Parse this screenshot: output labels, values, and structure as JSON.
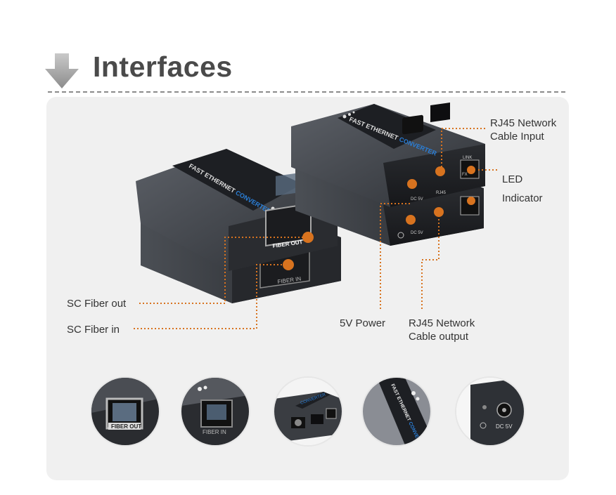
{
  "header": {
    "title": "Interfaces",
    "icon": "down-arrow-icon"
  },
  "callouts": {
    "rj45_input_line1": "RJ45 Network",
    "rj45_input_line2": "Cable Input",
    "led_line1": "LED",
    "led_line2": "Indicator",
    "sc_fiber_out": "SC Fiber out",
    "sc_fiber_in": "SC Fiber in",
    "power_5v": "5V Power",
    "rj45_output_line1": "RJ45 Network",
    "rj45_output_line2": "Cable output"
  },
  "device_text": {
    "brand_line": "FAST ETHERNET",
    "brand_accent": "CONVERTER",
    "fiber_out": "FIBER OUT",
    "fiber_in": "FIBER IN",
    "dc": "DC 5V",
    "rj45": "RJ45",
    "link": "LINK",
    "fx": "FX"
  },
  "colors": {
    "accent": "#d8731f",
    "device_body": "#3a3d42",
    "brand_blue": "#2a7fd8",
    "panel": "#f0f0f0"
  },
  "thumbnails": [
    {
      "name": "fiber-out-detail"
    },
    {
      "name": "fiber-in-detail"
    },
    {
      "name": "ports-detail"
    },
    {
      "name": "brand-label-detail"
    },
    {
      "name": "power-detail"
    }
  ]
}
